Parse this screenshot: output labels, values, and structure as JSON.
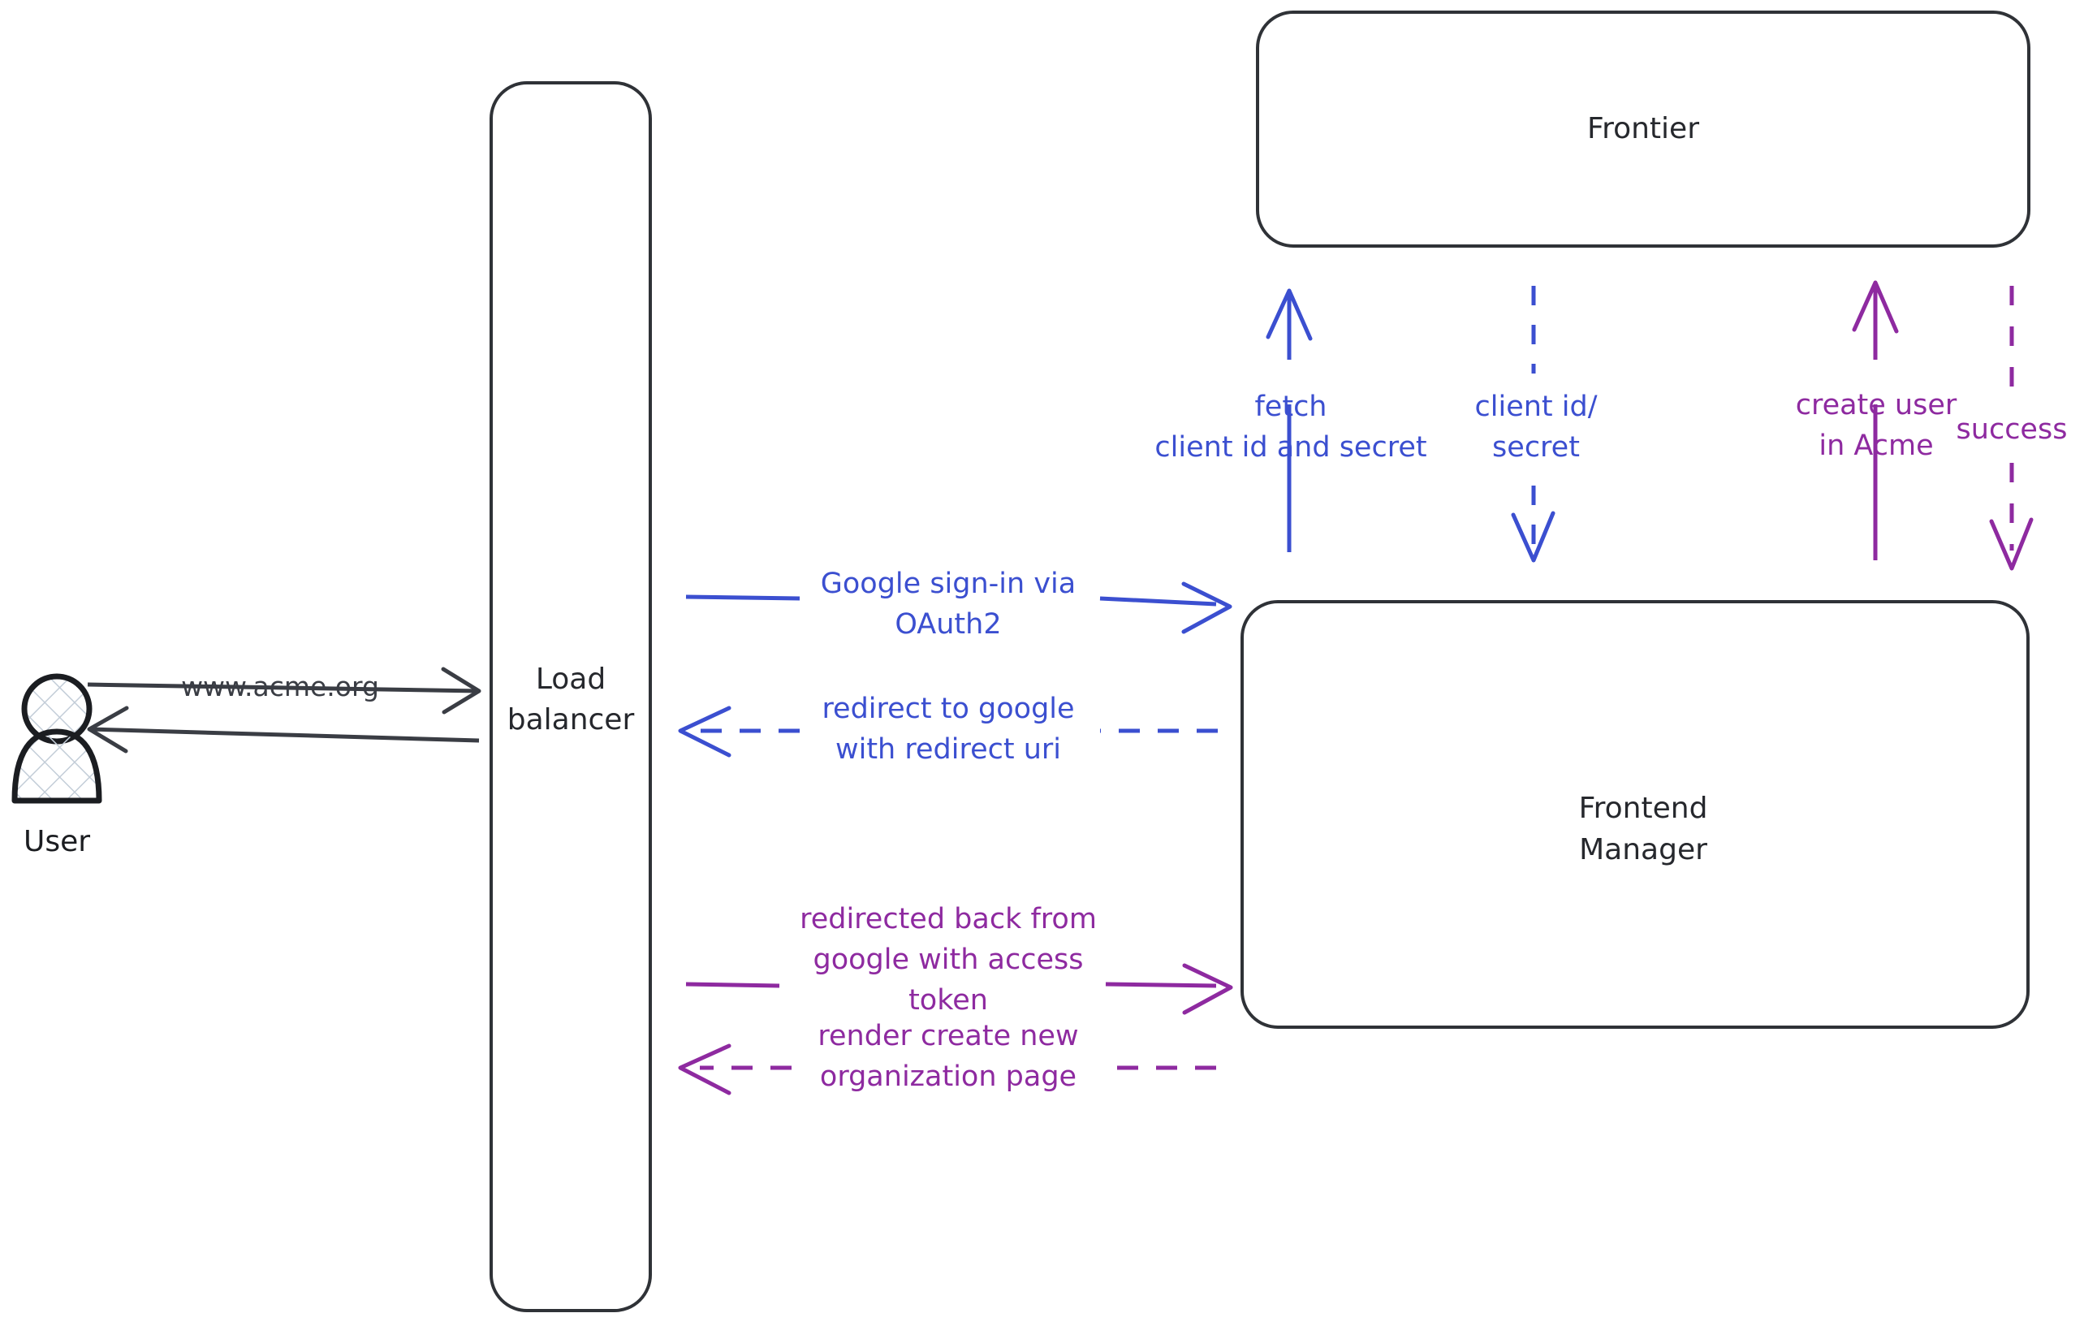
{
  "diagram": {
    "title": "Google OAuth2 sign-in sequence",
    "background": "#ffffff",
    "colors": {
      "node_stroke": "#2f3237",
      "blue": "#3b4fd0",
      "purple": "#8e2aa0",
      "dark": "#3a3d44",
      "hatch": "#c3cdd8"
    }
  },
  "actors": {
    "user": {
      "caption": "User",
      "icon": "person-icon"
    }
  },
  "nodes": {
    "load_balancer": {
      "label_line1": "Load",
      "label_line2": "balancer"
    },
    "frontier": {
      "label": "Frontier"
    },
    "frontend_manager": {
      "label_line1": "Frontend",
      "label_line2": "Manager"
    }
  },
  "edges": {
    "user_to_lb": {
      "label": "www.acme.org",
      "style": "solid",
      "color": "#3a3d44",
      "direction": "right"
    },
    "lb_to_user": {
      "label": "",
      "style": "solid",
      "color": "#3a3d44",
      "direction": "left"
    },
    "lb_to_fm_signin": {
      "label_line1": "Google sign-in via",
      "label_line2": "OAuth2",
      "style": "solid",
      "color": "#3b4fd0",
      "direction": "right"
    },
    "fm_to_lb_redirect": {
      "label_line1": "redirect to google",
      "label_line2": "with redirect uri",
      "style": "dashed",
      "color": "#3b4fd0",
      "direction": "left"
    },
    "lb_to_fm_token": {
      "label_line1": "redirected back from",
      "label_line2": "google with access",
      "label_line3": "token",
      "style": "solid",
      "color": "#8e2aa0",
      "direction": "right"
    },
    "fm_to_lb_render": {
      "label_line1": "render create new",
      "label_line2": "organization page",
      "style": "dashed",
      "color": "#8e2aa0",
      "direction": "left"
    },
    "fm_to_frontier_fetch": {
      "label_line1": "fetch",
      "label_line2": "client id and secret",
      "style": "solid",
      "color": "#3b4fd0",
      "direction": "up"
    },
    "frontier_to_fm_creds": {
      "label_line1": "client id/",
      "label_line2": "secret",
      "style": "dashed",
      "color": "#3b4fd0",
      "direction": "down"
    },
    "fm_to_frontier_create": {
      "label_line1": "create user",
      "label_line2": "in Acme",
      "style": "solid",
      "color": "#8e2aa0",
      "direction": "up"
    },
    "frontier_to_fm_success": {
      "label": "success",
      "style": "dashed",
      "color": "#8e2aa0",
      "direction": "down"
    }
  }
}
